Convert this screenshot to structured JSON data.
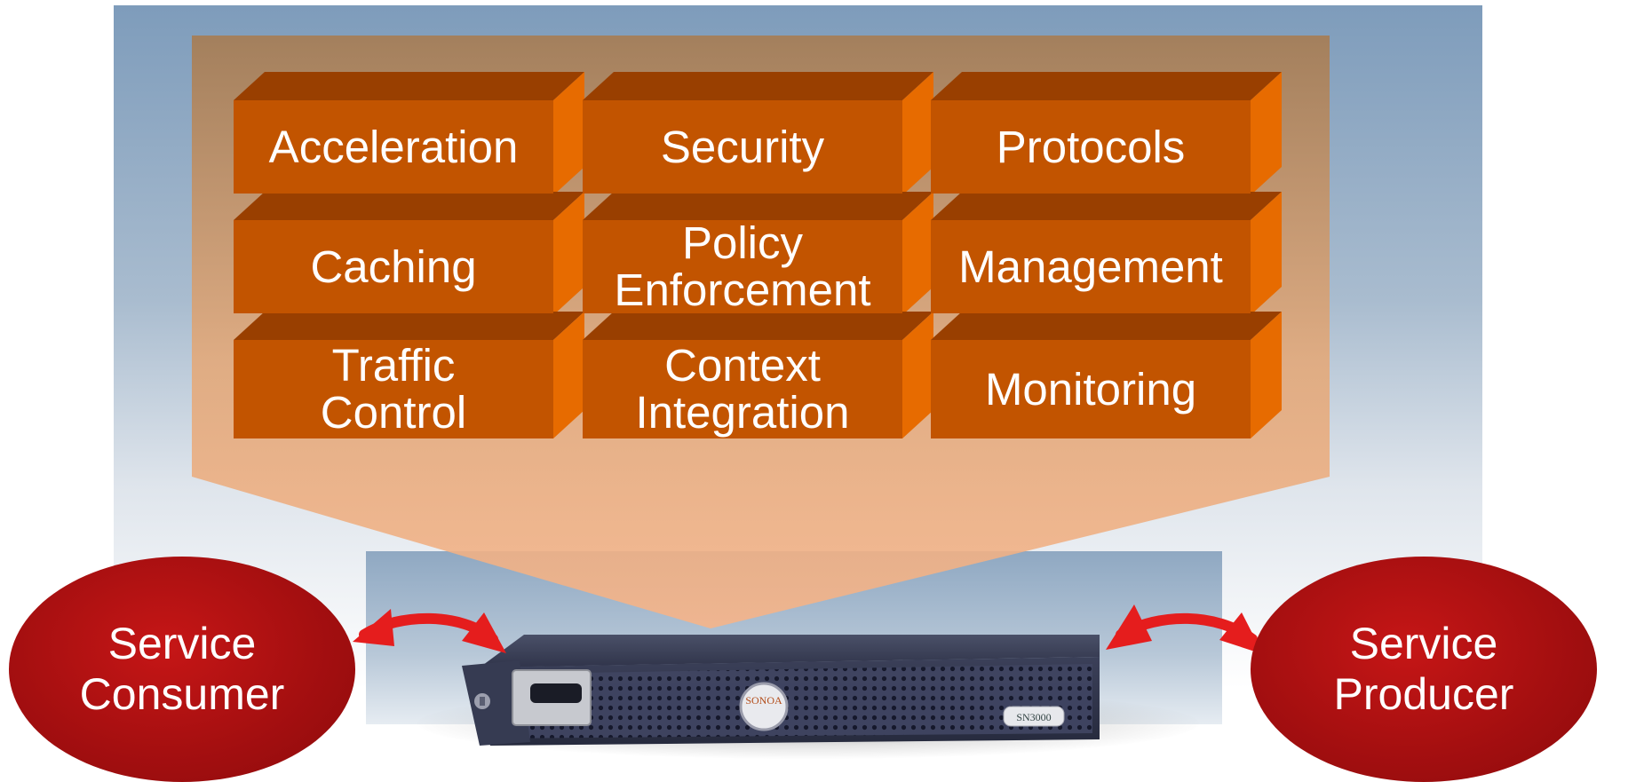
{
  "diagram": {
    "capabilities": [
      {
        "label": "Acceleration"
      },
      {
        "label": "Security"
      },
      {
        "label": "Protocols"
      },
      {
        "label": "Caching"
      },
      {
        "label": "Policy\nEnforcement"
      },
      {
        "label": "Management"
      },
      {
        "label": "Traffic\nControl"
      },
      {
        "label": "Context\nIntegration"
      },
      {
        "label": "Monitoring"
      }
    ],
    "consumer": {
      "label": "Service\nConsumer"
    },
    "producer": {
      "label": "Service\nProducer"
    },
    "device": {
      "logo_text": "SONOA",
      "model_label": "SN3000"
    },
    "colors": {
      "block_front": "#c25400",
      "block_top": "#993f00",
      "block_side": "#e76b00",
      "node_fill": "#a50f10",
      "arrow": "#e51d1d",
      "device_body": "#3c4158"
    },
    "icons": [
      "bidirectional-arrow-icon",
      "lock-icon",
      "network-appliance-icon"
    ]
  }
}
